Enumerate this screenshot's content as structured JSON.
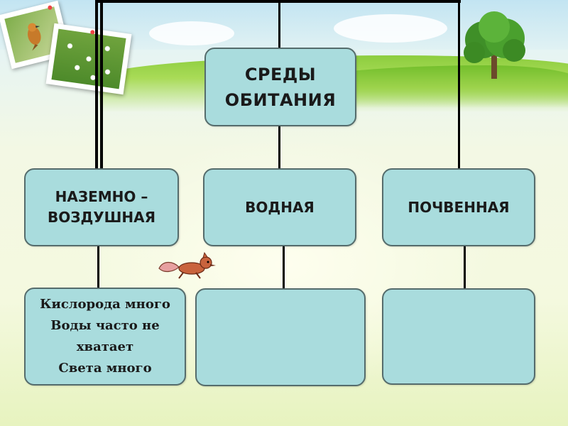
{
  "root": {
    "label": "СРЕДЫ\nОБИТАНИЯ"
  },
  "categories": [
    {
      "label": "НАЗЕМНО –\nВОЗДУШНАЯ",
      "details": [
        "Кислорода много",
        "Воды часто не",
        "хватает",
        "Света много"
      ]
    },
    {
      "label": "ВОДНАЯ",
      "details": []
    },
    {
      "label": "ПОЧВЕННАЯ",
      "details": []
    }
  ]
}
